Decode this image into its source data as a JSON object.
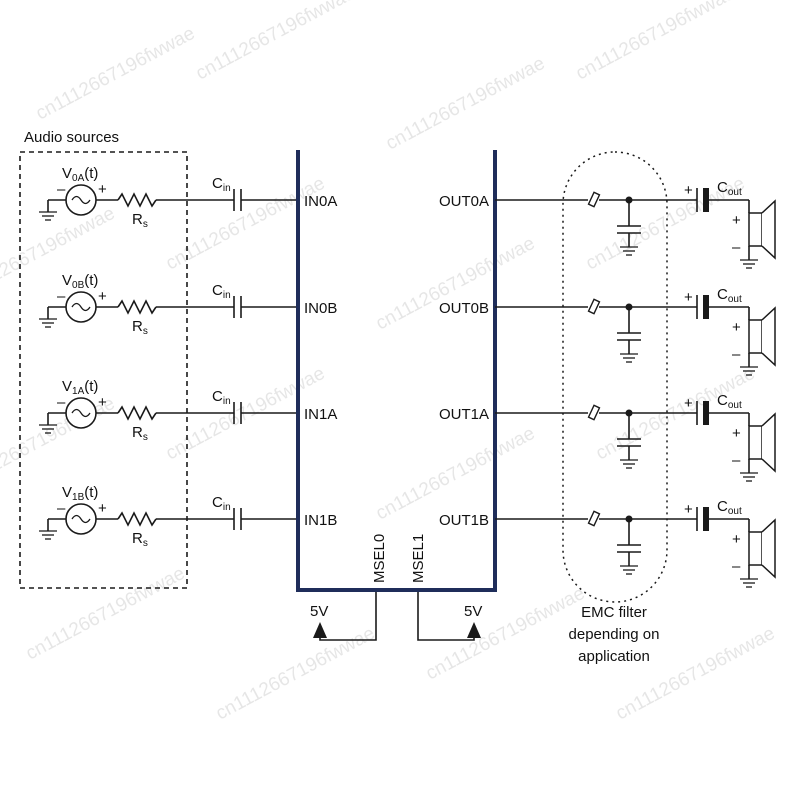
{
  "group_label": "Audio sources",
  "sources": [
    {
      "v_main": "V",
      "v_sub": "0A",
      "v_tail": "(t)",
      "r_main": "R",
      "r_sub": "s",
      "c_main": "C",
      "c_sub": "in",
      "pin": "IN0A"
    },
    {
      "v_main": "V",
      "v_sub": "0B",
      "v_tail": "(t)",
      "r_main": "R",
      "r_sub": "s",
      "c_main": "C",
      "c_sub": "in",
      "pin": "IN0B"
    },
    {
      "v_main": "V",
      "v_sub": "1A",
      "v_tail": "(t)",
      "r_main": "R",
      "r_sub": "s",
      "c_main": "C",
      "c_sub": "in",
      "pin": "IN1A"
    },
    {
      "v_main": "V",
      "v_sub": "1B",
      "v_tail": "(t)",
      "r_main": "R",
      "r_sub": "s",
      "c_main": "C",
      "c_sub": "in",
      "pin": "IN1B"
    }
  ],
  "outputs": [
    {
      "pin": "OUT0A",
      "c_main": "C",
      "c_sub": "out"
    },
    {
      "pin": "OUT0B",
      "c_main": "C",
      "c_sub": "out"
    },
    {
      "pin": "OUT1A",
      "c_main": "C",
      "c_sub": "out"
    },
    {
      "pin": "OUT1B",
      "c_main": "C",
      "c_sub": "out"
    }
  ],
  "signs": {
    "plus": "+",
    "minus": "–"
  },
  "msel": [
    {
      "label": "MSEL0",
      "supply": "5V"
    },
    {
      "label": "MSEL1",
      "supply": "5V"
    }
  ],
  "emc_label_lines": [
    "EMC filter",
    "depending on",
    "application"
  ],
  "watermark": "cn1112667196fwwae"
}
